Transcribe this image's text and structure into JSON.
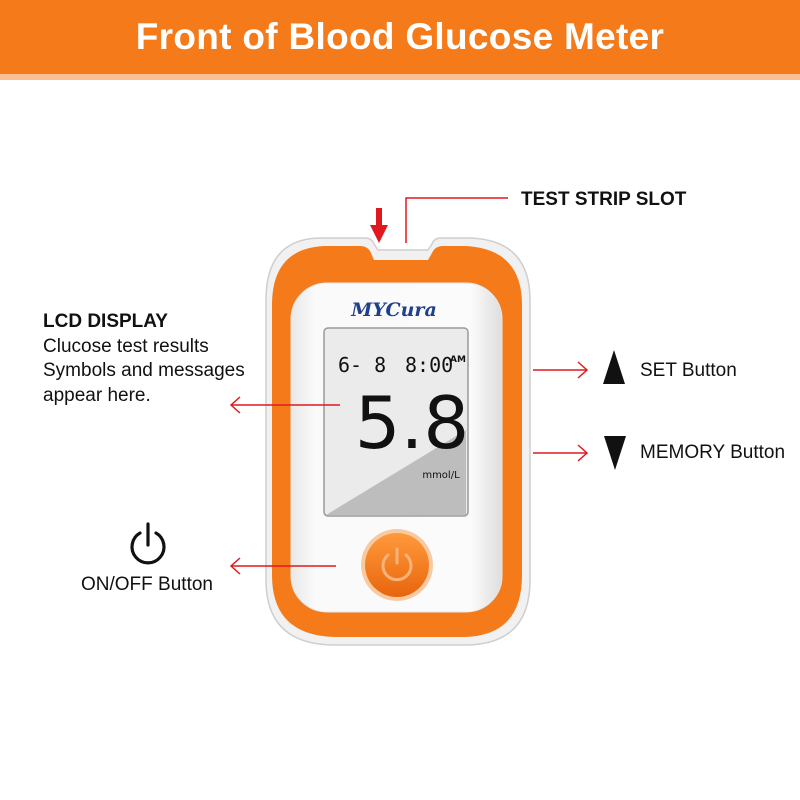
{
  "banner": {
    "title": "Front of Blood Glucose Meter"
  },
  "labels": {
    "test_strip_slot": "TEST STRIP SLOT",
    "lcd_display_heading": "LCD DISPLAY",
    "lcd_display_line1": "Clucose test results",
    "lcd_display_line2": "Symbols and messages",
    "lcd_display_line3": "appear here.",
    "set_button": "SET Button",
    "memory_button": "MEMORY Button",
    "onoff_button": "ON/OFF Button"
  },
  "device": {
    "brand": "MYCura",
    "display": {
      "date": "6- 8",
      "time": "8:00",
      "ampm": "AM",
      "reading": "5.8",
      "unit": "mmol/L"
    }
  },
  "colors": {
    "banner": "#f47a1a",
    "device_frame": "#f47a1a",
    "arrow_red": "#e0191e",
    "brand_text": "#1f3f8f"
  },
  "icons": {
    "power": "power-icon",
    "up_triangle": "triangle-up-icon",
    "down_triangle": "triangle-down-icon",
    "insert_arrow": "down-arrow-icon"
  }
}
